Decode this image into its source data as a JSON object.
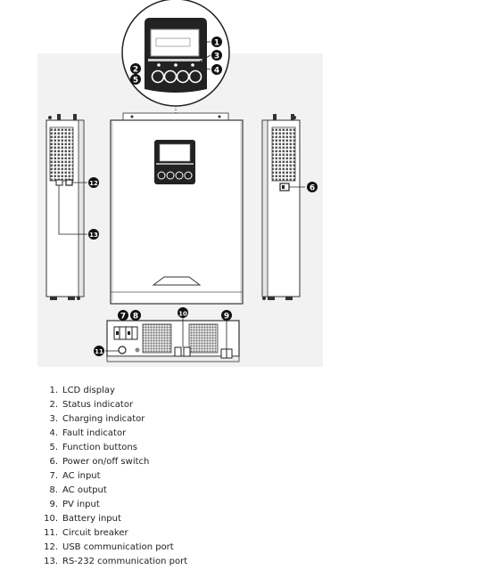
{
  "callouts": [
    "1",
    "2",
    "3",
    "4",
    "5",
    "6",
    "7",
    "8",
    "9",
    "10",
    "11",
    "12",
    "13"
  ],
  "legend": [
    {
      "num": "1.",
      "label": "LCD display"
    },
    {
      "num": "2.",
      "label": "Status indicator"
    },
    {
      "num": "3.",
      "label": "Charging indicator"
    },
    {
      "num": "4.",
      "label": "Fault indicator"
    },
    {
      "num": "5.",
      "label": "Function buttons"
    },
    {
      "num": "6.",
      "label": "Power on/off switch"
    },
    {
      "num": "7.",
      "label": "AC input"
    },
    {
      "num": "8.",
      "label": "AC output"
    },
    {
      "num": "9.",
      "label": "PV input"
    },
    {
      "num": "10.",
      "label": "Battery input"
    },
    {
      "num": "11.",
      "label": "Circuit breaker"
    },
    {
      "num": "12.",
      "label": "USB communication port"
    },
    {
      "num": "13.",
      "label": "RS-232 communication port"
    }
  ]
}
